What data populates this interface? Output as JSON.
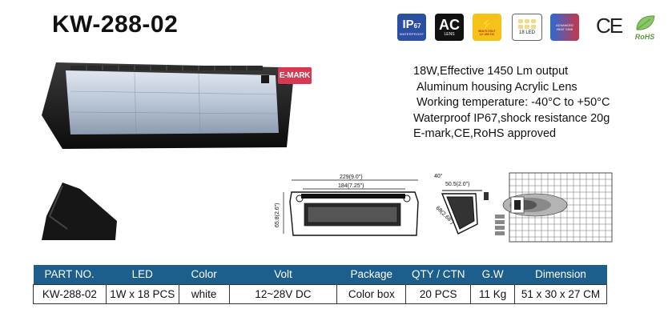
{
  "product": {
    "title": "KW-288-02",
    "emark_label": "E-MARK",
    "features": [
      "18W,Effective 1450 Lm output",
      "Aluminum housing  Acrylic Lens",
      "Working temperature: -40°C to +50°C",
      "Waterproof IP67,shock resistance 20g",
      "E-mark,CE,RoHS approved"
    ]
  },
  "badges": {
    "ip_main": "IP",
    "ip_num": "67",
    "ip_sub": "WATERPROOF",
    "ac_main": "AC",
    "ac_sub": "LENS",
    "volt_line1": "MULTI-VOLT",
    "volt_line2": "12~28V DC",
    "led_sub": "18 LED",
    "heat_line1": "ADVANCED",
    "heat_line2": "HEAT SINK",
    "ce": "CE",
    "rohs": "RoHS"
  },
  "drawing": {
    "width_outer": "229(9.0\")",
    "width_inner": "184(7.25\")",
    "height": "65.8(2.6\")",
    "angle": "40°",
    "depth": "50.5(2.0\")",
    "side": "68(2.68\")"
  },
  "table": {
    "headers": [
      "PART NO.",
      "LED",
      "Color",
      "Volt",
      "Package",
      "QTY / CTN",
      "G.W",
      "Dimension"
    ],
    "row": [
      "KW-288-02",
      "1W x 18 PCS",
      "white",
      "12~28V DC",
      "Color  box",
      "20 PCS",
      "11 Kg",
      "51 x 30 x 27 CM"
    ]
  },
  "colors": {
    "table_header": "#1c5e8c",
    "emark": "#d63a52",
    "ip_badge": "#2b4fa2",
    "volt_badge": "#f6c21a"
  }
}
